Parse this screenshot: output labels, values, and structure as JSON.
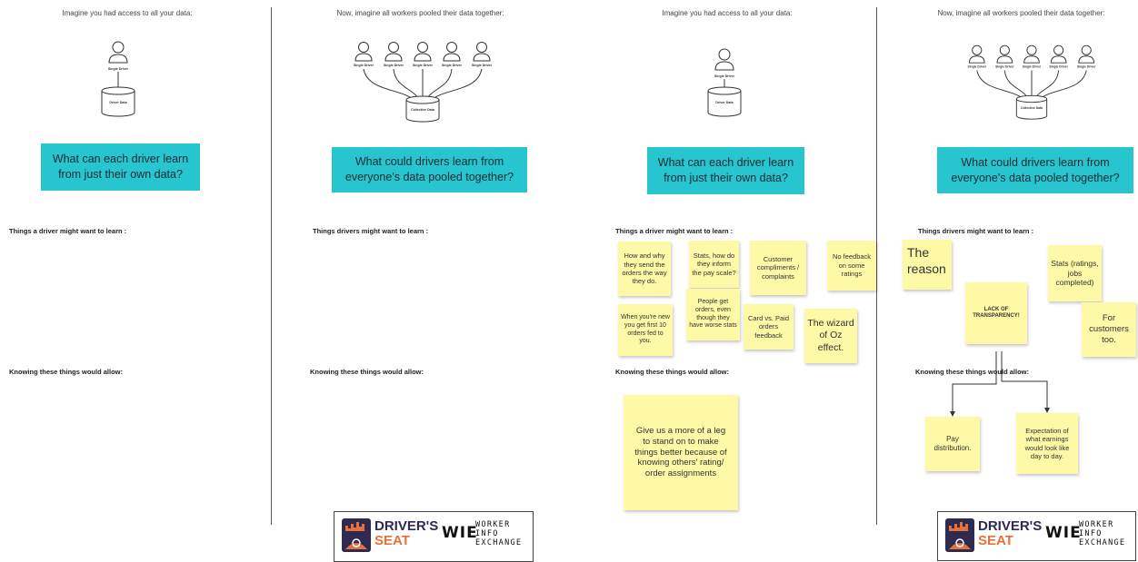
{
  "panels": [
    {
      "intro": "Imagine you had access to all your data:",
      "node_label": "Single Driver",
      "db_label": "Driver Data",
      "question": "What can each driver learn from just their own data?",
      "learn_heading": "Things a driver might want to learn :",
      "allow_heading": "Knowing these things would allow:"
    },
    {
      "intro": "Now, imagine all workers pooled their data together:",
      "node_label": "Single Driver",
      "db_label": "Collective Data",
      "question": "What could drivers learn from everyone's data pooled together?",
      "learn_heading": "Things drivers might want to learn :",
      "allow_heading": "Knowing these things would allow:"
    },
    {
      "intro": "Imagine you had access to all your data:",
      "node_label": "Single Driver",
      "db_label": "Driver Data",
      "question": "What can each driver learn from just their own data?",
      "learn_heading": "Things a driver might want to learn :",
      "allow_heading": "Knowing these things would allow:"
    },
    {
      "intro": "Now, imagine all workers pooled their data together:",
      "node_label": "Single Driver",
      "db_label": "Collective Data",
      "question": "What could drivers learn from everyone's data pooled together?",
      "learn_heading": "Things drivers might want to learn :",
      "allow_heading": "Knowing these things would allow:"
    }
  ],
  "notes_panel3": [
    "How and why they send the orders the way they do.",
    "Stats, how do they inform the pay scale?",
    "Customer compliments / complaints",
    "No feedback on some ratings",
    "People get orders, even though they have worse stats",
    "When you're new you get first 10 orders fed to you.",
    "Card vs. Paid orders feedback",
    "The wizard of Oz effect.",
    "Give us a more of a leg to stand on to make things better because of knowing others' rating/ order assignments"
  ],
  "notes_panel4": [
    "The reason",
    "LACK OF TRANSPARENCY!",
    "Stats (ratings, jobs completed)",
    "For customers too.",
    "Pay distribution.",
    "Expectation of what earnings would look like day to day."
  ],
  "logo": {
    "drivers_seat_line1": "DRIVER'S",
    "drivers_seat_line2": "SEAT",
    "wie_mark": "WIE",
    "wie_line1": "WORKER",
    "wie_line2": "INFO",
    "wie_line3": "EXCHANGE"
  },
  "colors": {
    "question_bg": "#26c5cf",
    "sticky_note": "#fdf9a6",
    "brand_purple": "#2f2a52",
    "brand_orange": "#e8703a"
  }
}
